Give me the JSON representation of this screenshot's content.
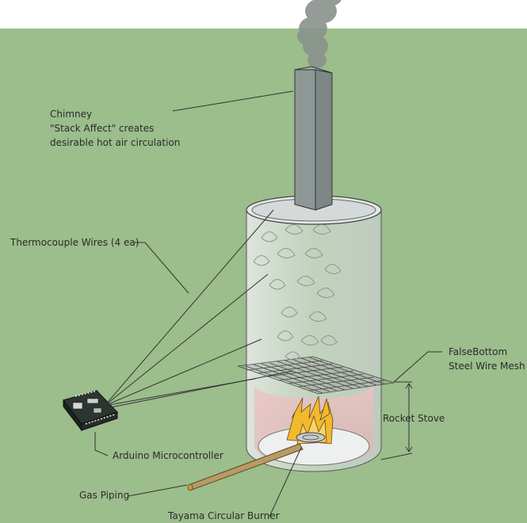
{
  "labels": {
    "chimney": {
      "line1": "Chimney",
      "line2": "\"Stack Affect\" creates",
      "line3": "desirable hot air circulation"
    },
    "thermocouple": "Thermocouple Wires (4 ea)",
    "false_bottom": {
      "line1": "FalseBottom",
      "line2": "Steel Wire Mesh"
    },
    "rocket_stove": "Rocket Stove",
    "arduino": "Arduino Microcontroller",
    "gas_piping": "Gas Piping",
    "burner": "Tayama Circular Burner"
  },
  "colors": {
    "sky": "#ffffff",
    "ground": "#9cbd8c",
    "cylinder": "#cfd4d6",
    "chimney": "#8e9897",
    "smoke": "#8a928c",
    "flame": "#f3b92c",
    "pipe": "#b99a66",
    "rocket_stove_glow": "#e8a5a8"
  }
}
